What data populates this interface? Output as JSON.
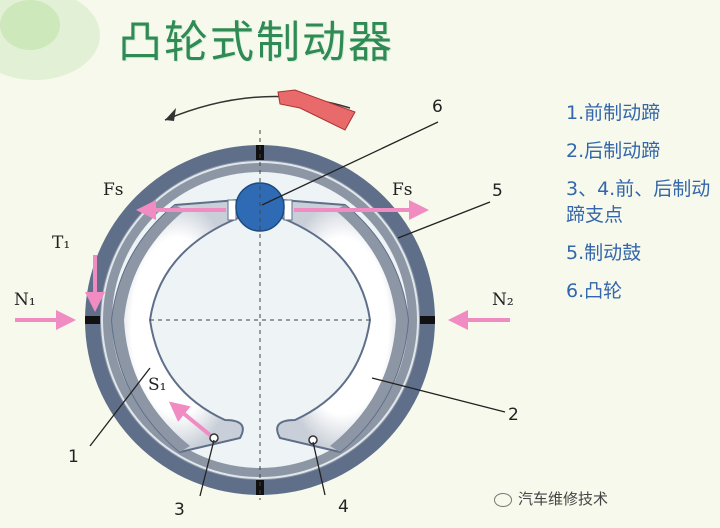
{
  "title": "凸轮式制动器",
  "legend": [
    "1.前制动蹄",
    "2.后制动蹄",
    "3、4.前、后制动蹄支点",
    "5.制动鼓",
    "6.凸轮"
  ],
  "diagram": {
    "label_fs_left": "Fs",
    "label_fs_right": "Fs",
    "label_t1": "T₁",
    "label_n1": "N₁",
    "label_n2": "N₂",
    "label_s1": "S₁",
    "callouts": [
      "1",
      "2",
      "3",
      "4",
      "5",
      "6"
    ]
  },
  "watermark": "汽车维修技术",
  "colors": {
    "drum": "#5f6f8a",
    "shoe": "#8d96a4",
    "cam": "#2f6bb5",
    "arrow": "#f08cc2",
    "title": "#2f8a54",
    "legend": "#3366aa"
  }
}
